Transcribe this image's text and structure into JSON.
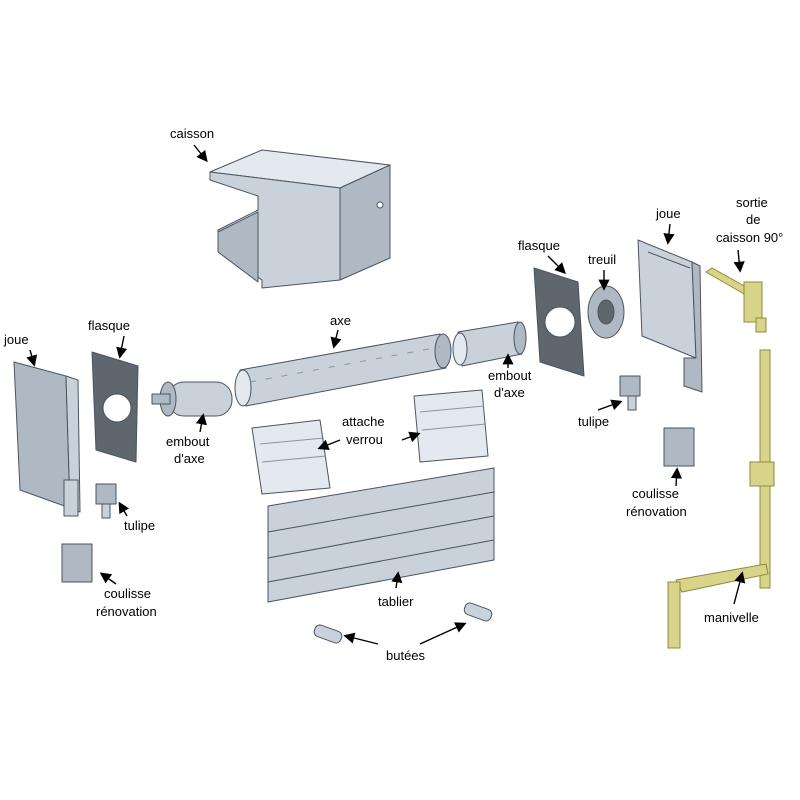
{
  "labels": {
    "caisson": "caisson",
    "joue_left": "joue",
    "flasque_left": "flasque",
    "axe": "axe",
    "embout_left_1": "embout",
    "embout_left_2": "d'axe",
    "attache_1": "attache",
    "attache_2": "verrou",
    "flasque_right": "flasque",
    "treuil": "treuil",
    "embout_right_1": "embout",
    "embout_right_2": "d'axe",
    "joue_right": "joue",
    "sortie_1": "sortie",
    "sortie_2": "de",
    "sortie_3": "caisson 90°",
    "tulipe_left": "tulipe",
    "tulipe_right": "tulipe",
    "coulisse_left_1": "coulisse",
    "coulisse_left_2": "rénovation",
    "coulisse_right_1": "coulisse",
    "coulisse_right_2": "rénovation",
    "tablier": "tablier",
    "butees": "butées",
    "manivelle": "manivelle"
  },
  "colors": {
    "metal": "#c9d2da",
    "dark_plate": "#5e666e",
    "crank_yellow": "#d8d58a"
  }
}
